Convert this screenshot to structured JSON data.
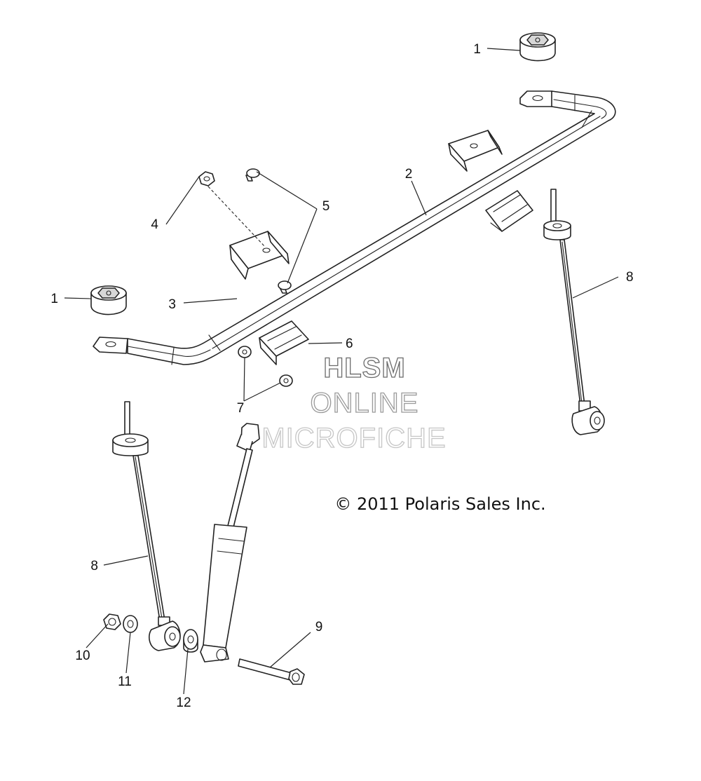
{
  "callouts": {
    "c1a": "1",
    "c1b": "1",
    "c2": "2",
    "c3": "3",
    "c4": "4",
    "c5": "5",
    "c6": "6",
    "c7": "7",
    "c8a": "8",
    "c8b": "8",
    "c9": "9",
    "c10": "10",
    "c11": "11",
    "c12": "12"
  },
  "copyright": "© 2011 Polaris Sales Inc.",
  "watermark": {
    "line1": "HLSM",
    "line2": "ONLINE",
    "line3": "MICROFICHE"
  }
}
